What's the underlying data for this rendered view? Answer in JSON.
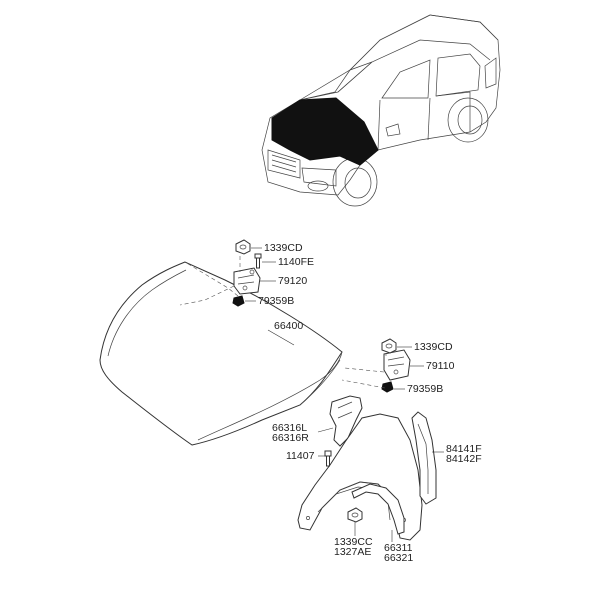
{
  "labels": {
    "l1339cd_top": "1339CD",
    "l1140fe": "1140FE",
    "l79120": "79120",
    "l79359b_top": "79359B",
    "l66400": "66400",
    "l1339cd_right": "1339CD",
    "l79110": "79110",
    "l79359b_right": "79359B",
    "l66316l": "66316L",
    "l66316r": "66316R",
    "l84141f": "84141F",
    "l84142f": "84142F",
    "l11407": "11407",
    "l1339cc": "1339CC",
    "l1327ae": "1327AE",
    "l66311": "66311",
    "l66321": "66321"
  }
}
